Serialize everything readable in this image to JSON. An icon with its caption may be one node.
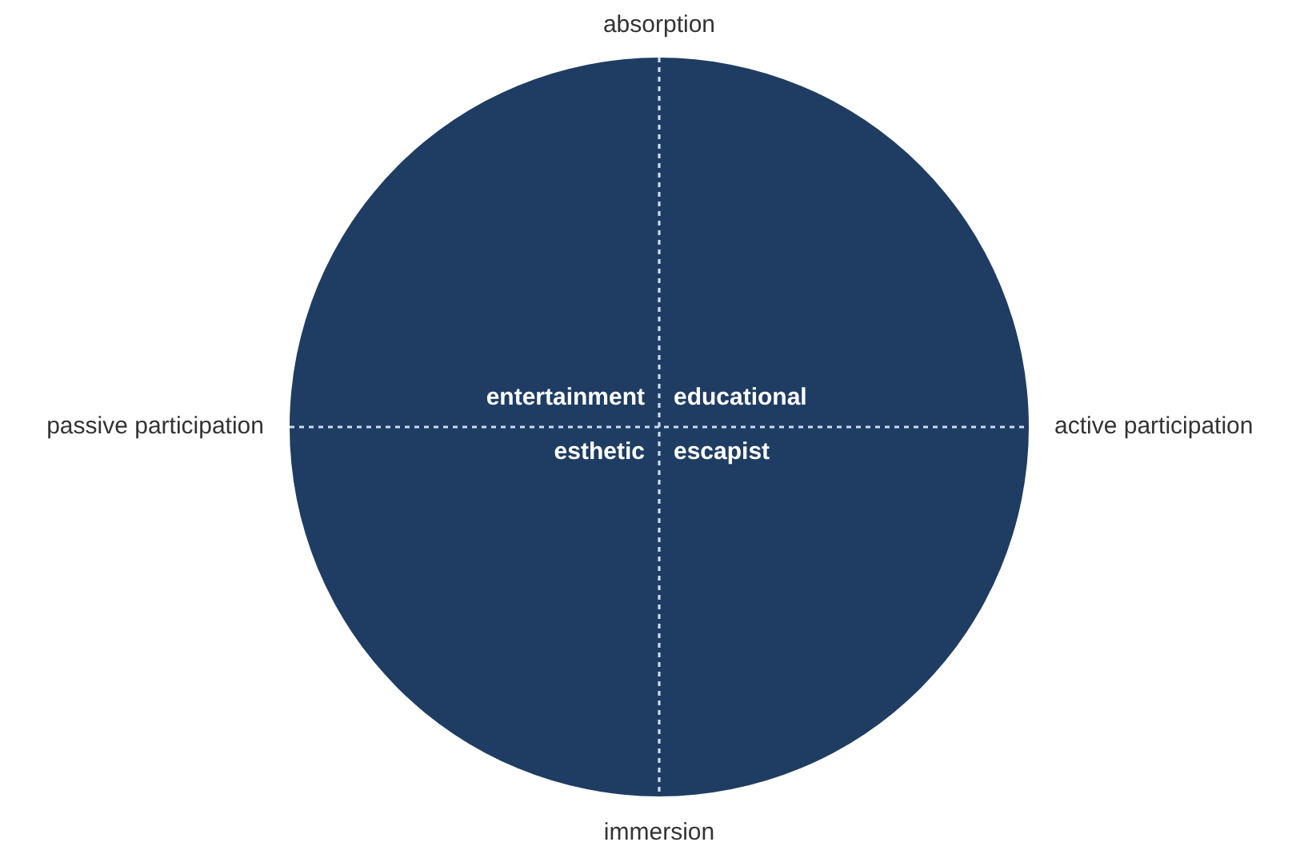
{
  "diagram": {
    "nodes": [
      {
        "text": [
          "entertainment",
          "educational",
          "esthetic",
          "escapist"
        ]
      }
    ],
    "labels": [
      "absorption",
      "passive participation",
      "active participation",
      "immersion"
    ]
  }
}
